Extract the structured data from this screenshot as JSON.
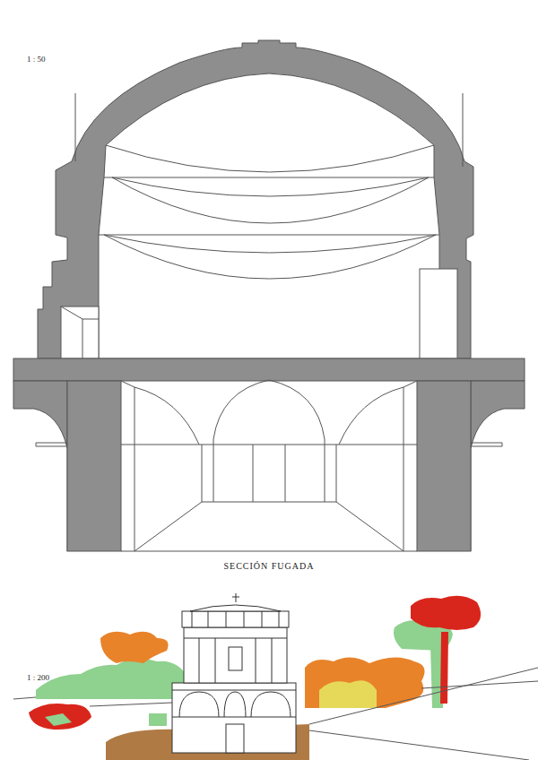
{
  "diagram": {
    "labels": [
      "1 : 50",
      "SECCIÓN FUGADA",
      "1 : 200"
    ]
  }
}
